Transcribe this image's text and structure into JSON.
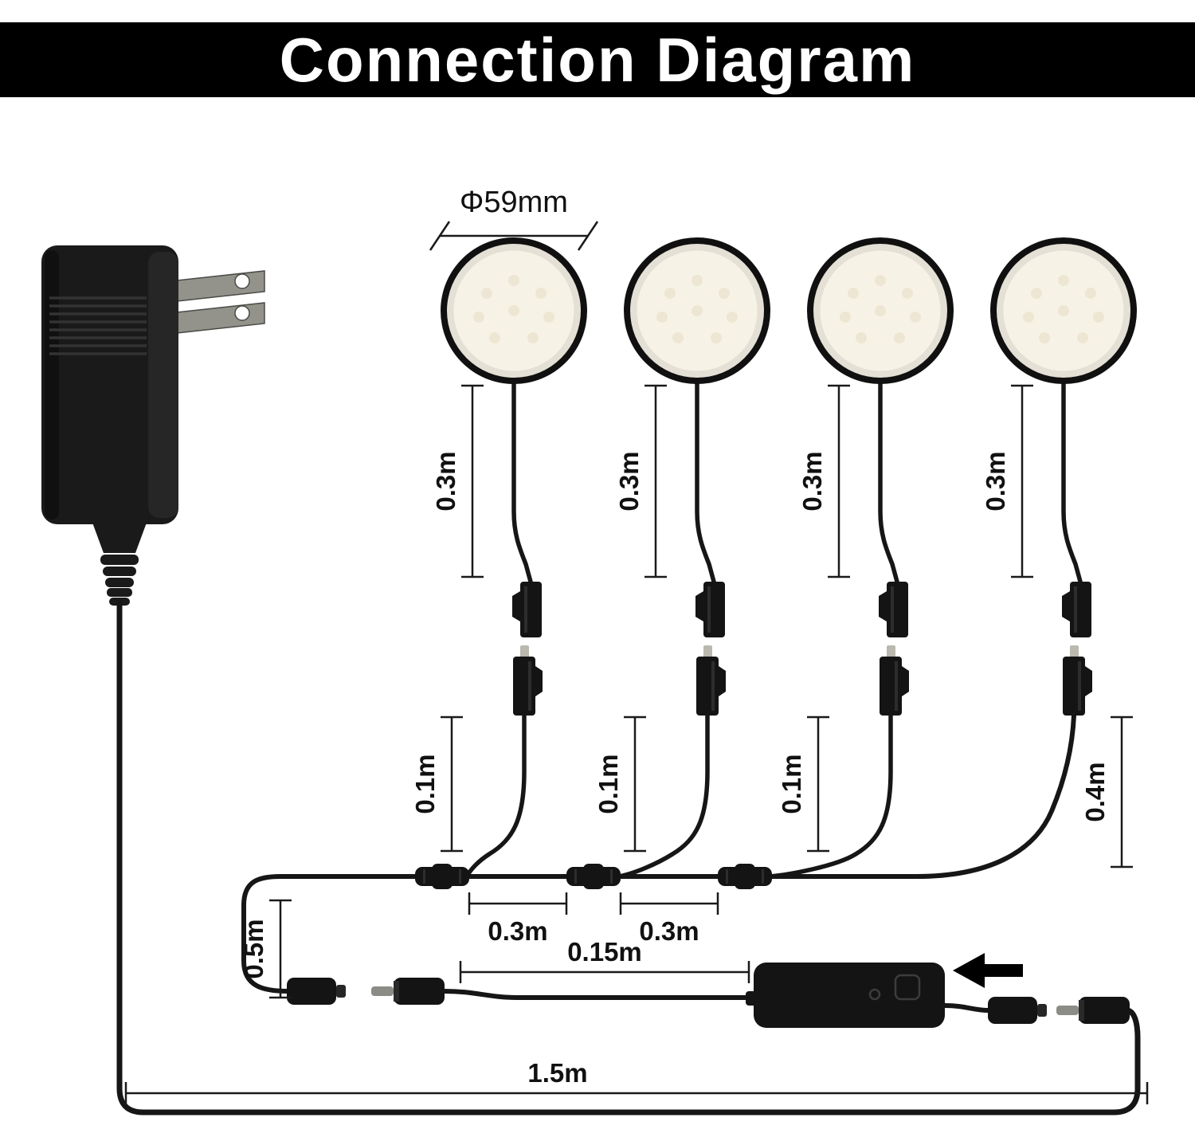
{
  "header": {
    "title": "Connection Diagram"
  },
  "diagram": {
    "diameter_label": "Φ59mm",
    "light_cable_labels": [
      "0.3m",
      "0.3m",
      "0.3m",
      "0.3m"
    ],
    "branch_labels": [
      "0.1m",
      "0.1m",
      "0.1m",
      "0.4m"
    ],
    "trunk_segment_labels": [
      "0.3m",
      "0.3m"
    ],
    "power_branch_label": "0.5m",
    "controller_cable_label": "0.15m",
    "adapter_cable_label": "1.5m",
    "colors": {
      "header_bg": "#000000",
      "header_text": "#ffffff",
      "cable": "#161616",
      "component_body": "#141414",
      "light_face": "#f6f2e6",
      "metal": "#8c8c86"
    }
  }
}
